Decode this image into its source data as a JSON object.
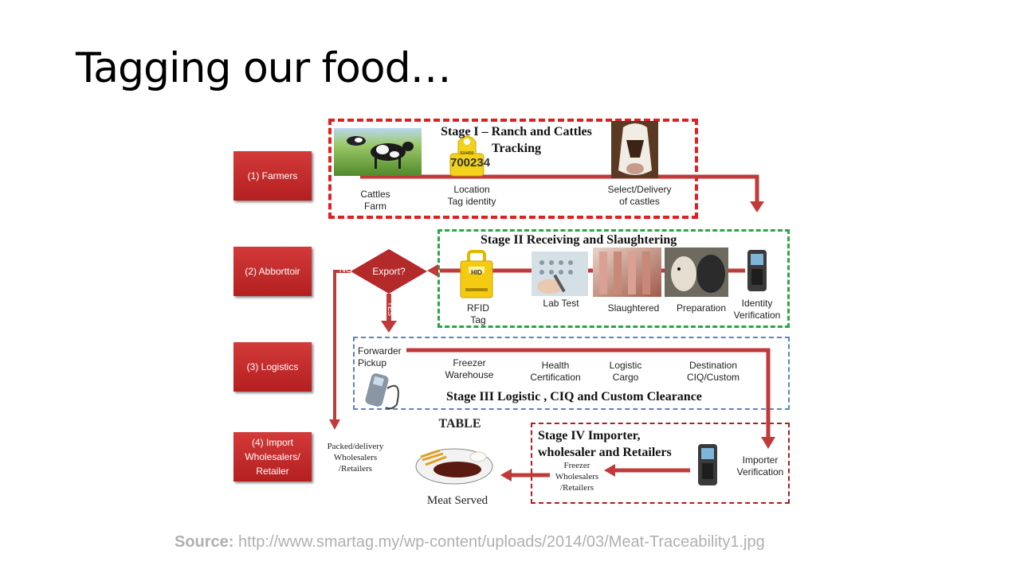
{
  "slide": {
    "title": "Tagging our food…",
    "source_label": "Source:",
    "source_url": "http://www.smartag.my/wp-content/uploads/2014/03/Meat-Traceability1.jpg"
  },
  "roles": [
    "(1) Farmers",
    "(2) Abborttoir",
    "(3) Logistics",
    "(4) Import\nWholesalers/\nRetailer"
  ],
  "stage1": {
    "title": "Stage I – Ranch and Cattles\nTracking",
    "tag_number": "700234",
    "tag_small": "534455",
    "labels": [
      "Cattles\nFarm",
      "Location\nTag  identity",
      "Select/Delivery\nof castles"
    ]
  },
  "stage2": {
    "title": "Stage II Receiving and Slaughtering",
    "decision": "Export?",
    "no": "NO",
    "yes": "YES",
    "rfid_brand": "HID",
    "labels": [
      "RFID\nTag",
      "Lab Test",
      "Slaughtered",
      "Preparation",
      "Identity\nVerification"
    ]
  },
  "stage3": {
    "title": "Stage III Logistic , CIQ and Custom Clearance",
    "labels": [
      "Forwarder\nPickup",
      "Freezer\nWarehouse",
      "Health\nCertification",
      "Logistic\nCargo",
      "Destination\nCIQ/Custom"
    ]
  },
  "stage4": {
    "title": "Stage IV Importer,\nwholesaler and Retailers",
    "table": "TABLE",
    "meat_served": "Meat Served",
    "labels": [
      "Packed/delivery\nWholesalers\n/Retailers",
      "Freezer\nWholesalers\n/Retailers",
      "Importer\nVerification"
    ]
  },
  "colors": {
    "role_red": "#c0292b",
    "stage1_border": "#e02020",
    "stage2_border": "#2aa845",
    "stage3_border": "#5b84c4",
    "stage4_border": "#b01c24",
    "arrow": "#c03a3a"
  }
}
